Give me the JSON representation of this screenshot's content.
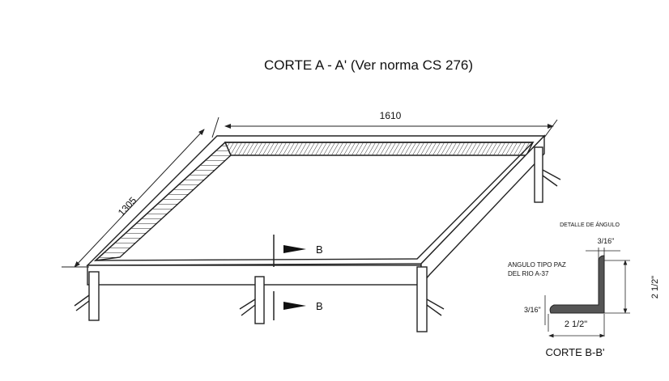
{
  "title": "CORTE A - A' (Ver norma CS 276)",
  "dimensions": {
    "length": "1610",
    "width": "1305"
  },
  "section_marks": {
    "upper": "B",
    "lower": "B"
  },
  "detail": {
    "heading": "DETALLE DE ÁNGULO",
    "thickness_top": "3/16\"",
    "thickness_side": "3/16\"",
    "angle_type_line1": "ANGULO TIPO PAZ",
    "angle_type_line2": "DEL RIO A-37",
    "leg_width": "2 1/2\"",
    "leg_height": "2 1/2\"",
    "caption": "CORTE B-B'"
  },
  "colors": {
    "line": "#222222",
    "fill": "#555555"
  }
}
